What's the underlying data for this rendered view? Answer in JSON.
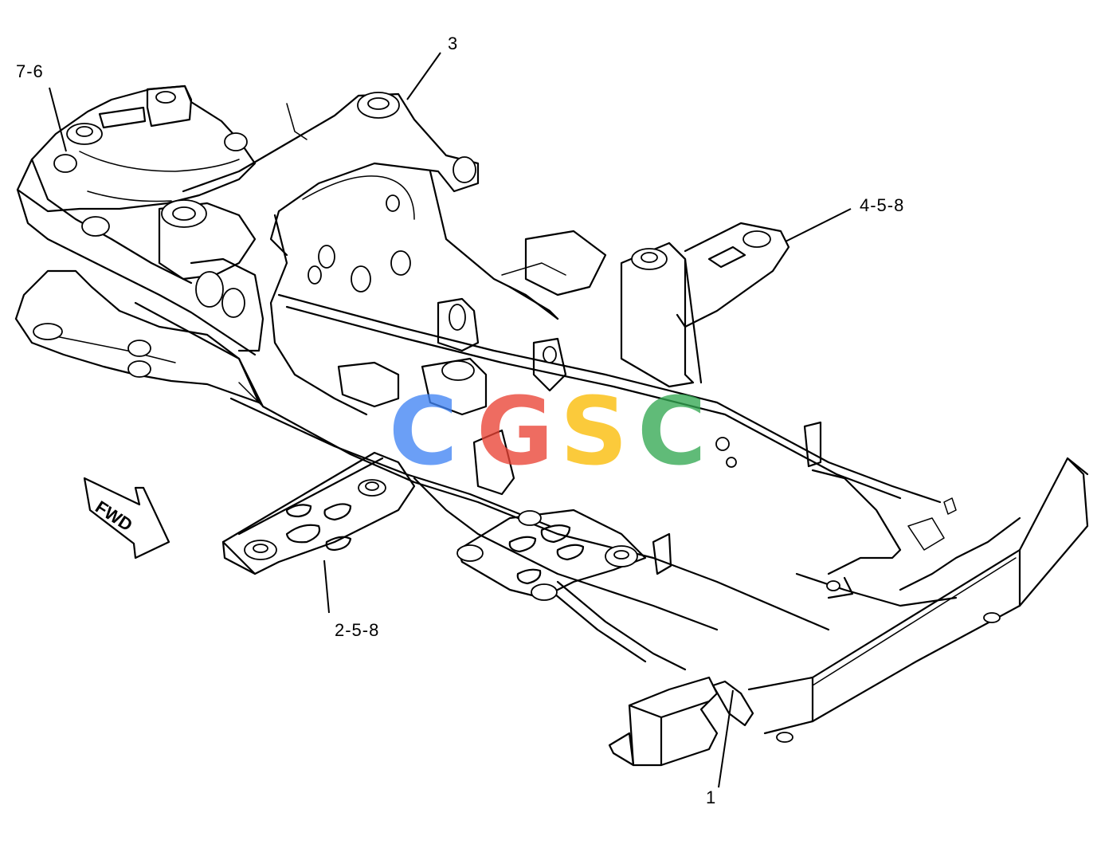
{
  "callouts": [
    {
      "id": "c1",
      "label": "7-6"
    },
    {
      "id": "c2",
      "label": "3"
    },
    {
      "id": "c3",
      "label": "4-5-8"
    },
    {
      "id": "c4",
      "label": "2-5-8"
    },
    {
      "id": "c5",
      "label": "1"
    }
  ],
  "direction_arrow": {
    "label": "FWD"
  },
  "watermark": {
    "letters": [
      "C",
      "G",
      "S",
      "C"
    ],
    "colors": [
      "#4285f4",
      "#ea4335",
      "#fbbc05",
      "#34a853"
    ]
  }
}
